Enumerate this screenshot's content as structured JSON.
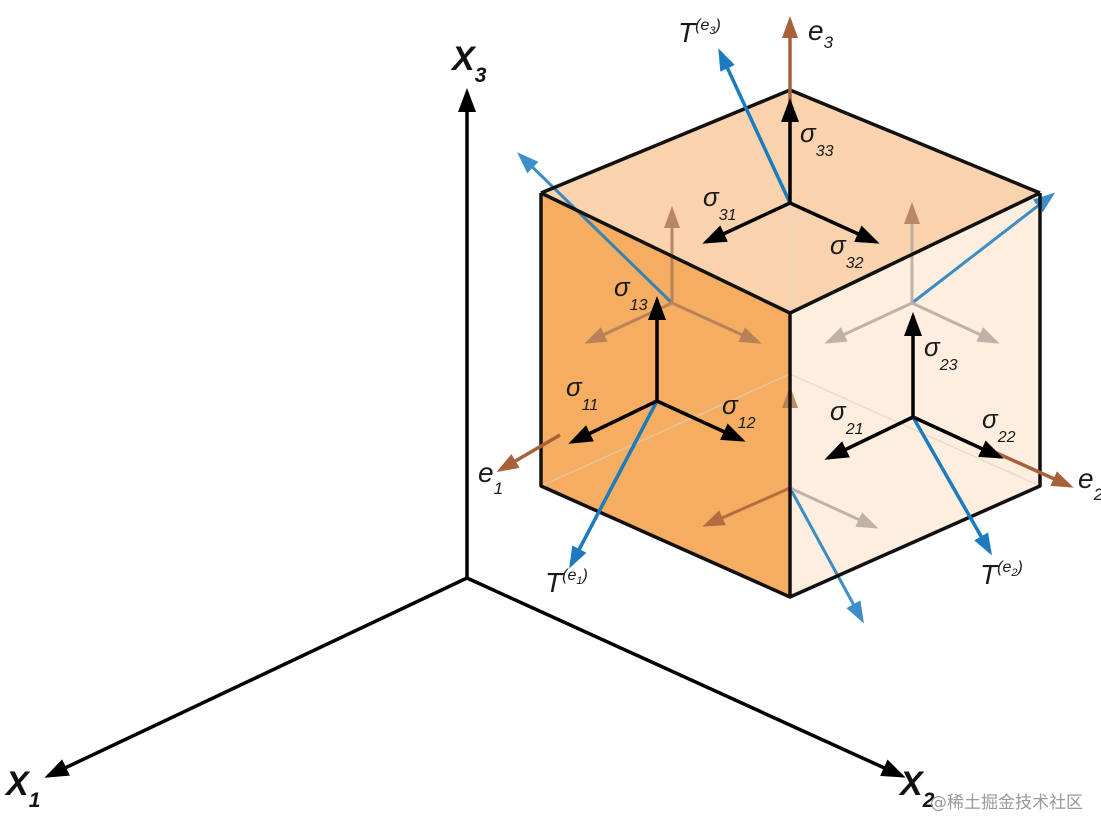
{
  "axes": {
    "x1": {
      "letter": "X",
      "sub": "1"
    },
    "x2": {
      "letter": "X",
      "sub": "2"
    },
    "x3": {
      "letter": "X",
      "sub": "3"
    }
  },
  "basis": {
    "e1": {
      "letter": "e",
      "sub": "1"
    },
    "e2": {
      "letter": "e",
      "sub": "2"
    },
    "e3": {
      "letter": "e",
      "sub": "3"
    }
  },
  "traction": {
    "t1": {
      "letter": "T",
      "sup": "(e",
      "supsub": "1",
      "close": ")"
    },
    "t2": {
      "letter": "T",
      "sup": "(e",
      "supsub": "2",
      "close": ")"
    },
    "t3": {
      "letter": "T",
      "sup": "(e",
      "supsub": "3",
      "close": ")"
    }
  },
  "stress": {
    "s11": {
      "sym": "σ",
      "sub": "11"
    },
    "s12": {
      "sym": "σ",
      "sub": "12"
    },
    "s13": {
      "sym": "σ",
      "sub": "13"
    },
    "s21": {
      "sym": "σ",
      "sub": "21"
    },
    "s22": {
      "sym": "σ",
      "sub": "22"
    },
    "s23": {
      "sym": "σ",
      "sub": "23"
    },
    "s31": {
      "sym": "σ",
      "sub": "31"
    },
    "s32": {
      "sym": "σ",
      "sub": "32"
    },
    "s33": {
      "sym": "σ",
      "sub": "33"
    }
  },
  "watermark": "@稀土掘金技术社区",
  "colors": {
    "cube_front": "#f4ad61",
    "cube_top": "#f8d3ae",
    "cube_right": "#fdeee0",
    "basis_arrow": "#a8623b",
    "traction_arrow": "#1a7bbf",
    "stress_arrow": "#000000",
    "hidden_arrow": "#b5a9a0"
  }
}
